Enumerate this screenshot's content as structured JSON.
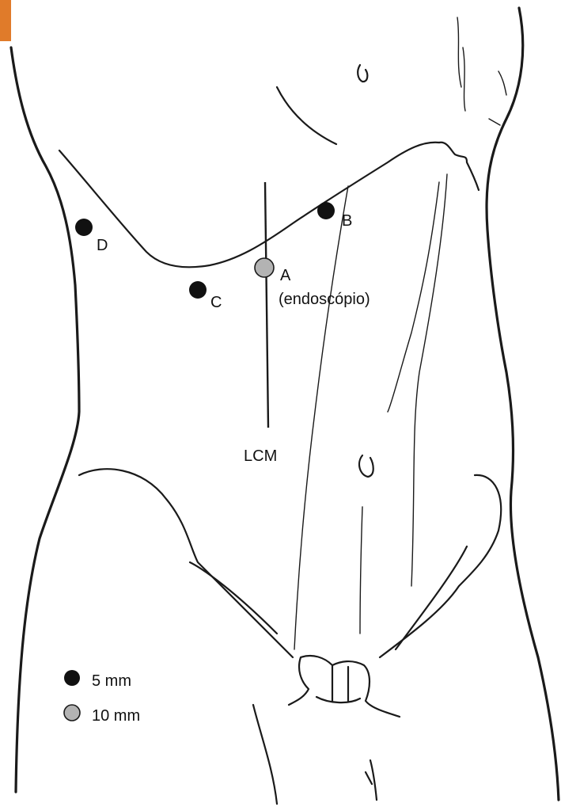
{
  "ports": [
    {
      "id": "A",
      "label": "A",
      "sublabel": "(endoscópio)",
      "size_class": "10mm"
    },
    {
      "id": "B",
      "label": "B",
      "size_class": "5mm"
    },
    {
      "id": "C",
      "label": "C",
      "size_class": "5mm"
    },
    {
      "id": "D",
      "label": "D",
      "size_class": "5mm"
    }
  ],
  "midclavicular_line": {
    "label": "LCM"
  },
  "legend": [
    {
      "label": "5 mm",
      "color": "#111111"
    },
    {
      "label": "10 mm",
      "color": "#b3b3b3"
    }
  ],
  "colors": {
    "port_5mm": "#111111",
    "port_10mm": "#b3b3b3",
    "corner_tab": "#e07b2a",
    "line_art": "#1a1a1a"
  }
}
